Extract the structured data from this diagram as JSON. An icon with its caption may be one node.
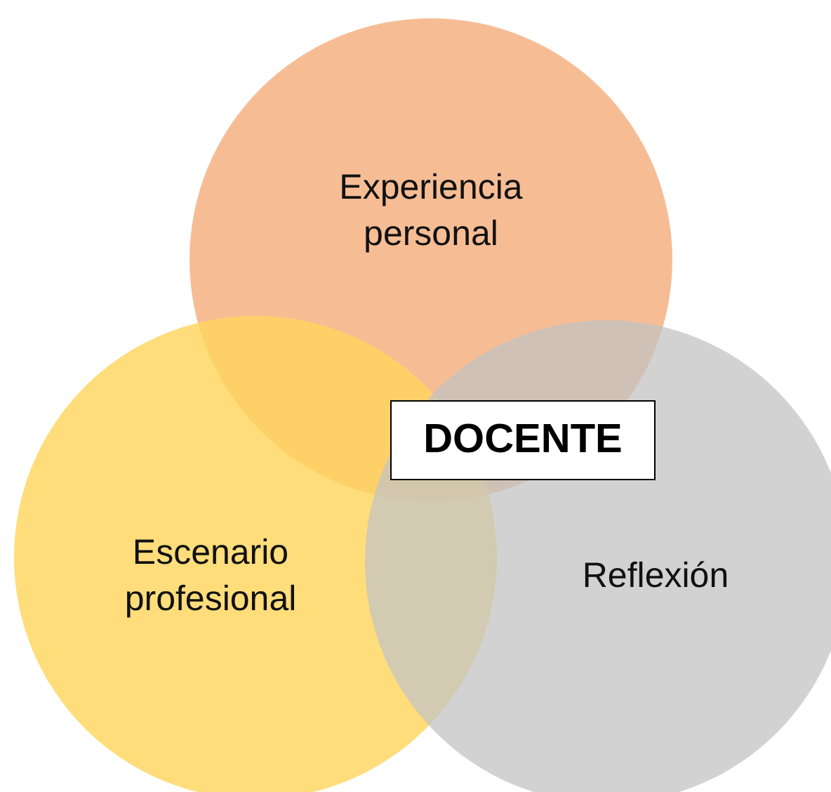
{
  "diagram": {
    "nodes": [
      {
        "text": [
          "Experiencia personal"
        ]
      },
      {
        "text": [
          "Escenario profesional"
        ]
      },
      {
        "text": [
          "Reflexión"
        ]
      },
      {
        "text": [
          "DOCENTE"
        ]
      }
    ]
  }
}
